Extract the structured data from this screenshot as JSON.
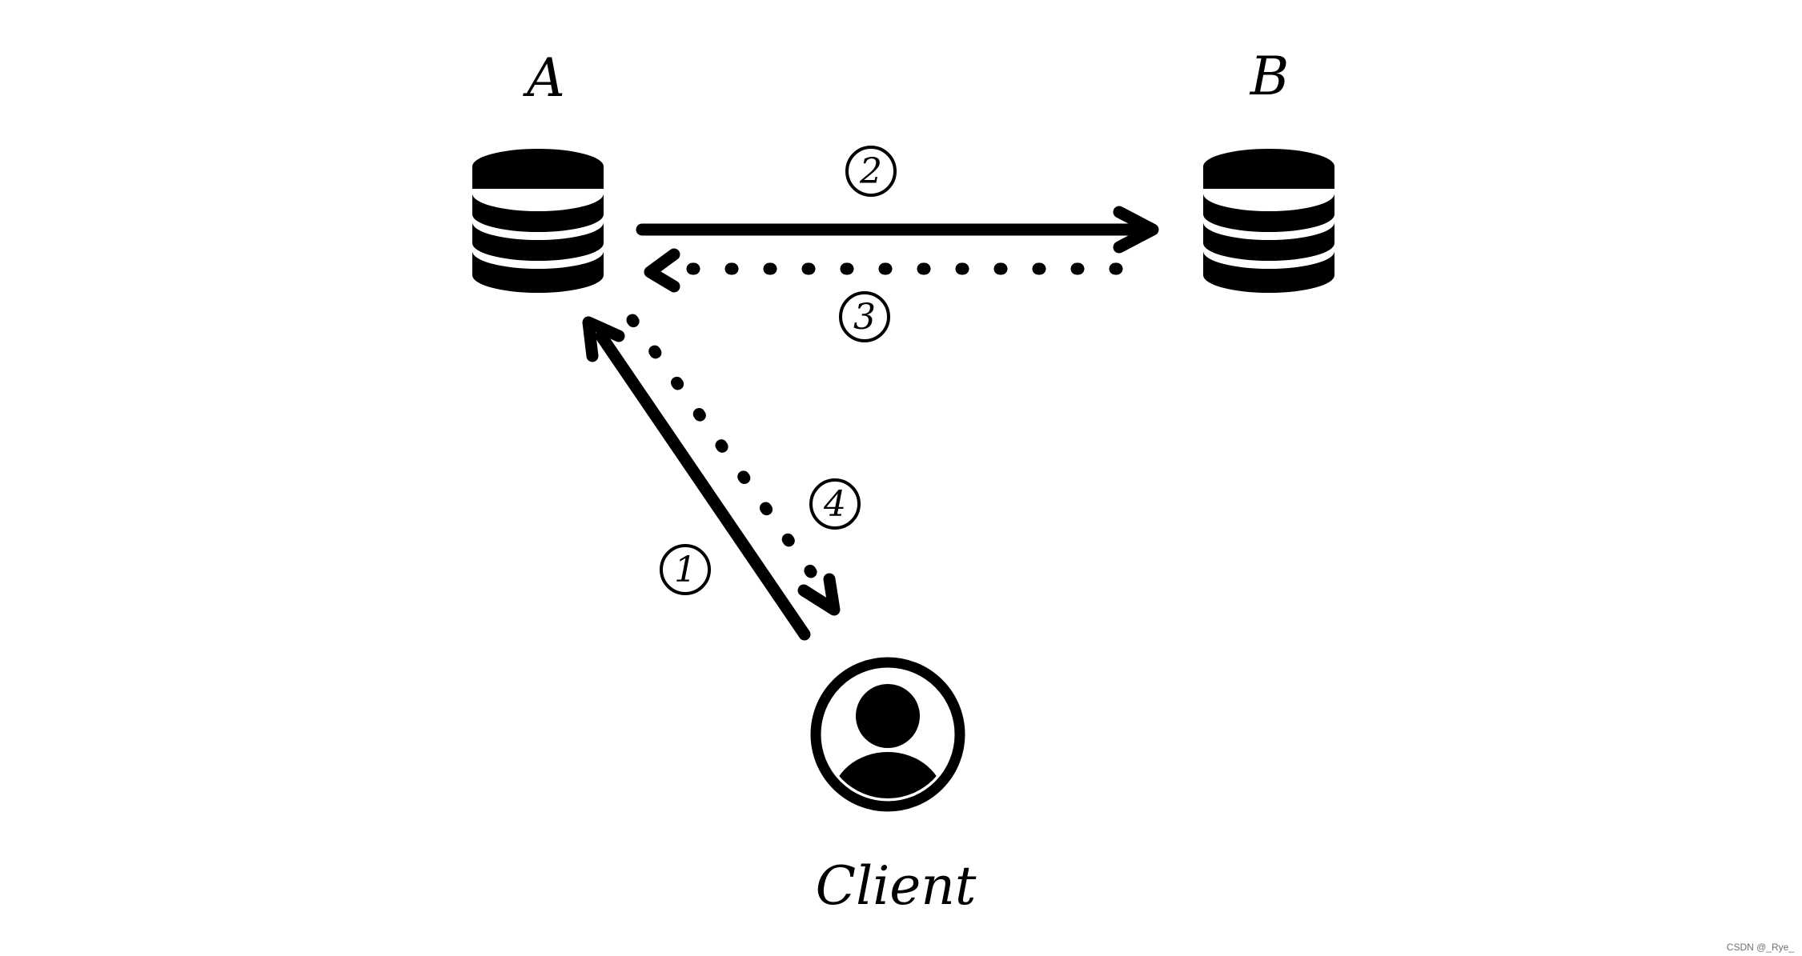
{
  "nodes": {
    "a": {
      "label": "A"
    },
    "b": {
      "label": "B"
    },
    "client": {
      "label": "Client"
    }
  },
  "steps": {
    "s1": "1",
    "s2": "2",
    "s3": "3",
    "s4": "4"
  },
  "icons": {
    "database": "database-icon",
    "user": "user-avatar-icon"
  },
  "colors": {
    "stroke": "#000000",
    "background": "#ffffff"
  },
  "watermark": "CSDN @_Rye_"
}
